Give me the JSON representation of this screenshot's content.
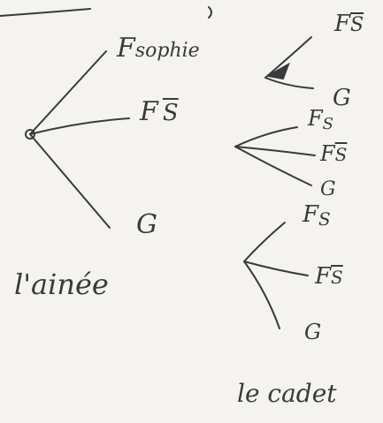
{
  "diagram": {
    "ink_color": "#3a3a3a",
    "paper_color": "#f4f3ef",
    "tree_aine": {
      "caption": "l'ainée",
      "branches": [
        {
          "event": "F",
          "note": "sophie"
        },
        {
          "event": "F",
          "subscript_overline": "S"
        },
        {
          "event": "G"
        }
      ]
    },
    "subtrees": [
      {
        "branches": [
          {
            "event": "F",
            "subscript_overline": "S"
          },
          {
            "event": "G"
          }
        ]
      },
      {
        "branches": [
          {
            "event": "F",
            "subscript": "S"
          },
          {
            "event": "F",
            "subscript_overline": "S"
          },
          {
            "event": "G"
          }
        ]
      },
      {
        "branches": [
          {
            "event": "F",
            "subscript": "S"
          },
          {
            "event": "F",
            "subscript_overline": "S"
          },
          {
            "event": "G"
          }
        ]
      }
    ],
    "tree_cadet": {
      "caption": "le cadet"
    }
  }
}
